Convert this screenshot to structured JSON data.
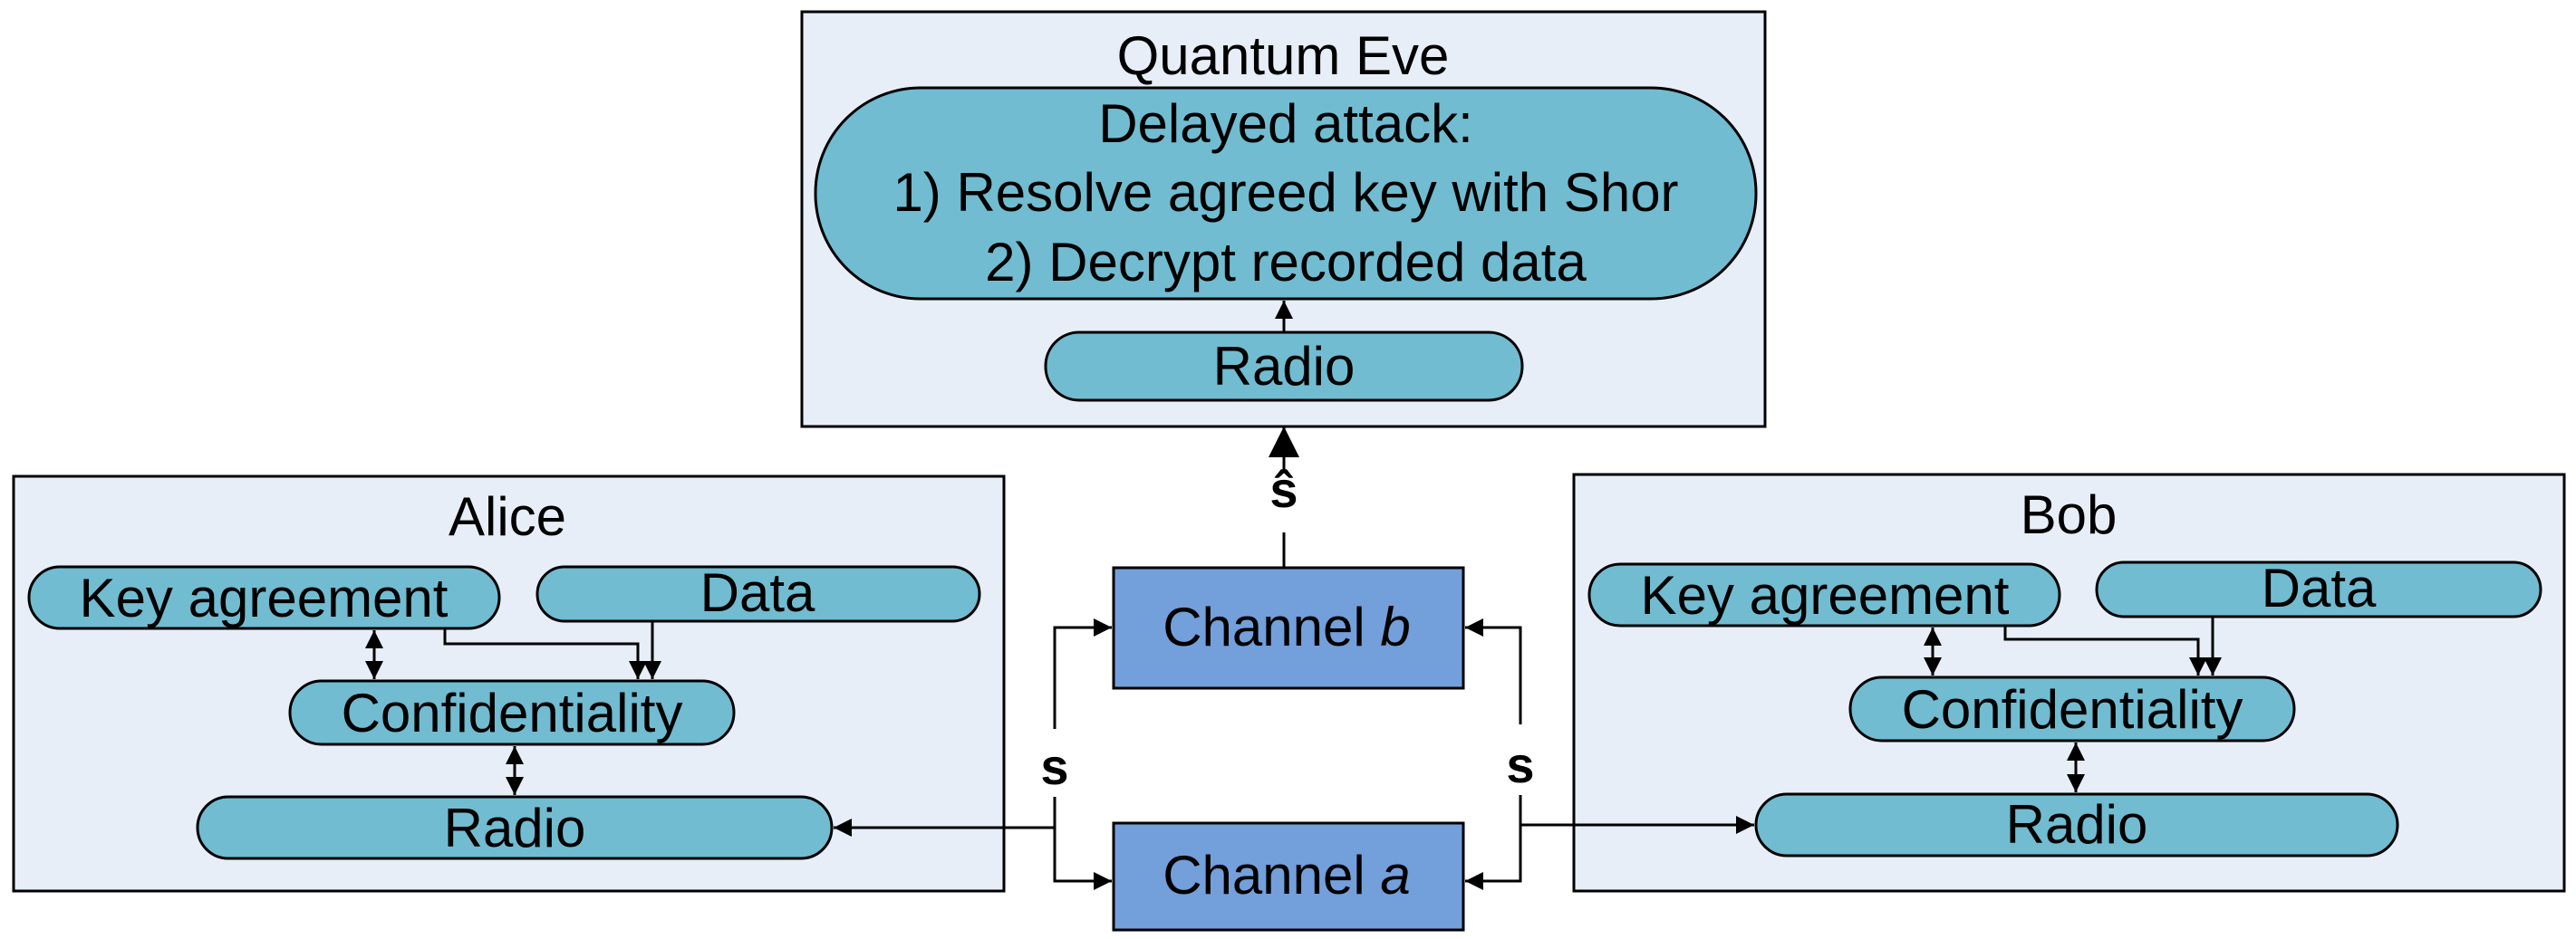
{
  "colors": {
    "panel_fill": "#e8eef8",
    "module_fill": "#71bcd1",
    "channel_fill": "#739fdb",
    "stroke": "#000000"
  },
  "eve": {
    "title": "Quantum Eve",
    "attack_lines": [
      "Delayed attack:",
      "1) Resolve agreed key with Shor",
      "2) Decrypt recorded data"
    ],
    "radio": "Radio"
  },
  "alice": {
    "title": "Alice",
    "key_agreement": "Key agreement",
    "data": "Data",
    "confidentiality": "Confidentiality",
    "radio": "Radio"
  },
  "bob": {
    "title": "Bob",
    "key_agreement": "Key agreement",
    "data": "Data",
    "confidentiality": "Confidentiality",
    "radio": "Radio"
  },
  "channels": {
    "a_prefix": "Channel ",
    "a_name": "a",
    "b_prefix": "Channel ",
    "b_name": "b"
  },
  "signals": {
    "left": "s",
    "right": "s",
    "eve": "ŝ"
  }
}
